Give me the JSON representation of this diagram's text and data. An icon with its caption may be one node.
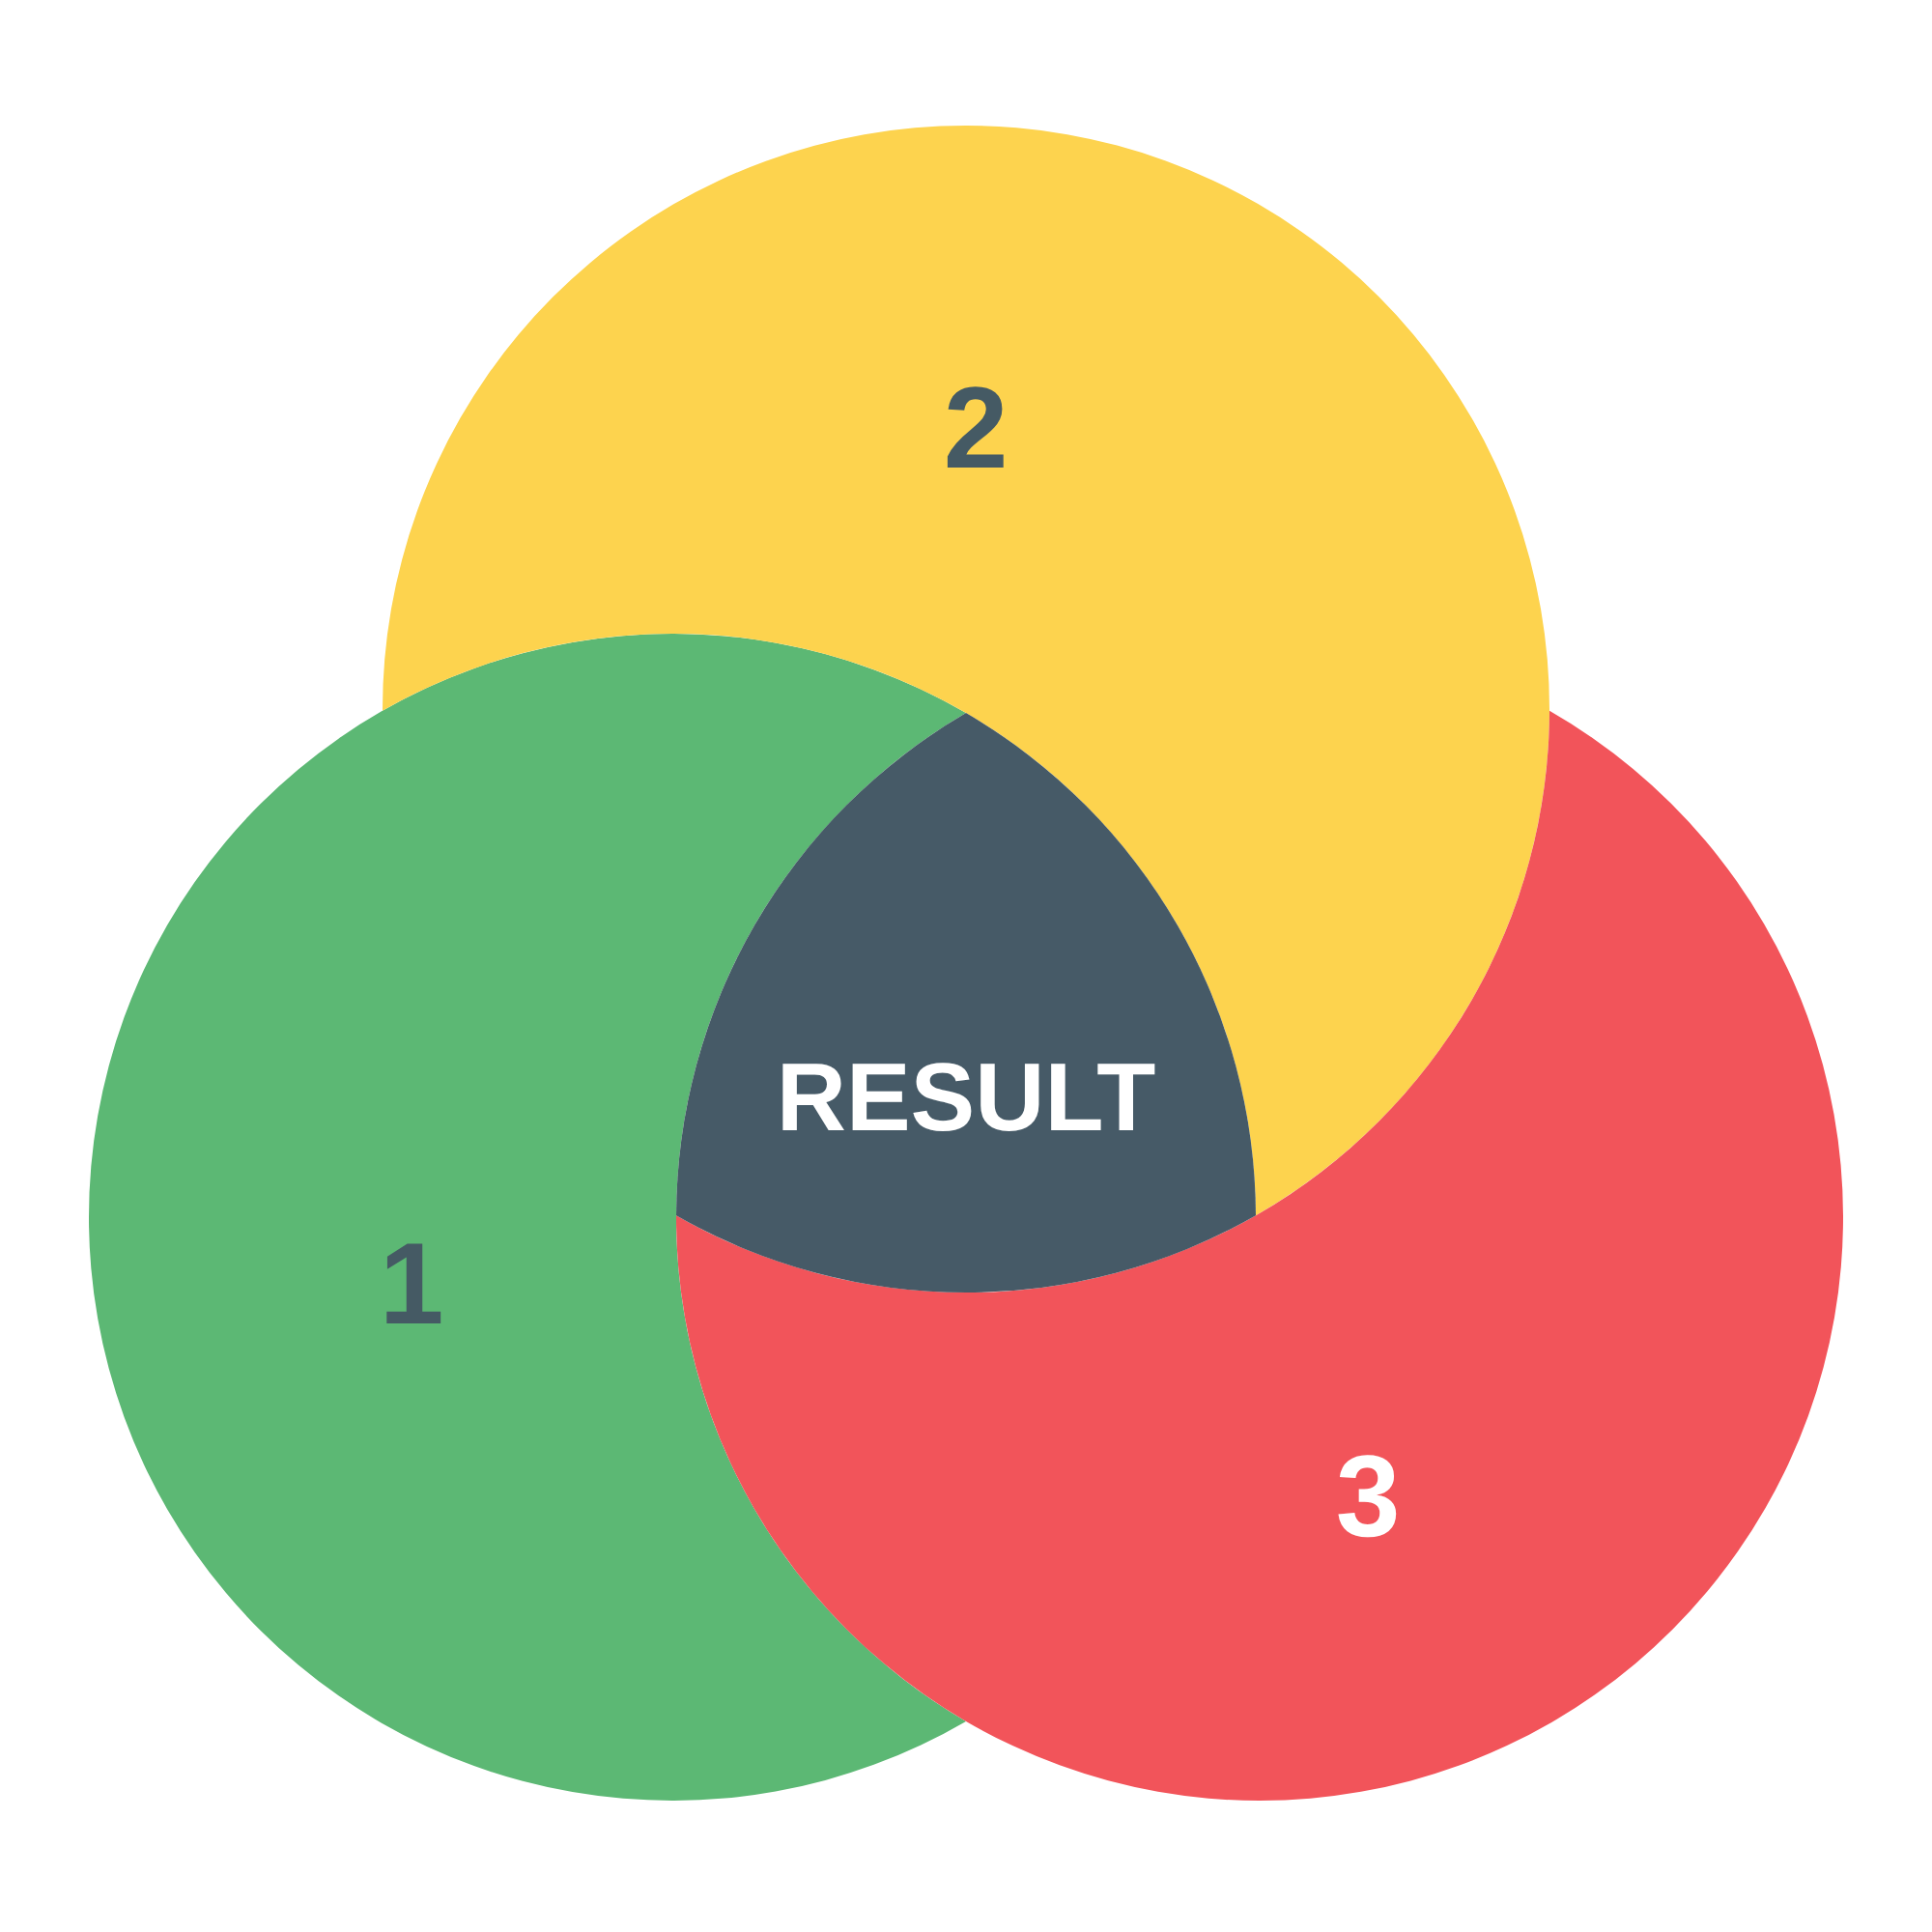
{
  "diagram": {
    "nodes": [
      {
        "text": [
          "1"
        ]
      },
      {
        "text": [
          "2"
        ]
      },
      {
        "text": [
          "3"
        ]
      },
      {
        "text": [
          "RESULT"
        ]
      }
    ]
  }
}
